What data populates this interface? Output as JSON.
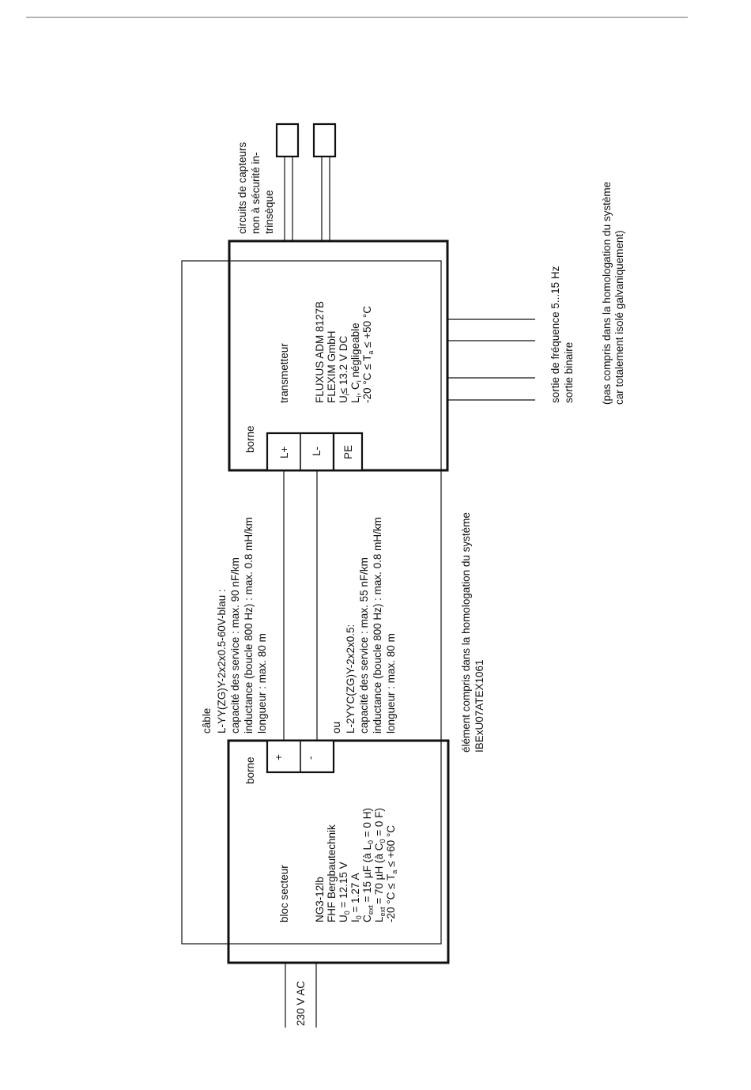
{
  "transmitter": {
    "heading": "transmetteur",
    "model": "FLUXUS ADM 8127B",
    "maker": "FLEXIM GmbH",
    "ui_main": "U",
    "ui_sub": "i",
    "ui_rest": "≤ 13.2 V DC",
    "lc_a": "L",
    "lc_a_sub": "i",
    "lc_b": ", C",
    "lc_b_sub": "i",
    "lc_rest": " négligeable",
    "temp_a": "-20 °C ≤ T",
    "temp_sub": "a",
    "temp_b": " ≤ +50 °C",
    "terminal_label": "borne",
    "terminals": [
      "L+",
      "L-",
      "PE"
    ]
  },
  "power_supply": {
    "heading": "bloc secteur",
    "model": "NG3-12lb",
    "maker": "FHF Bergbautechnik",
    "u0_a": "U",
    "u0_sub": "0",
    "u0_b": " = 12.15 V",
    "i0_a": "I",
    "i0_sub": "0",
    "i0_b": " = 1.27 A",
    "cext_a": "C",
    "cext_sub": "ext",
    "cext_b": " = 15 µF (à L",
    "cext_sub2": "0",
    "cext_c": " = 0 H)",
    "lext_a": "L",
    "lext_sub": "ext",
    "lext_b": " = 70 µH (à C",
    "lext_sub2": "0",
    "lext_c": " = 0 F)",
    "temp_a": "-20 °C ≤ T",
    "temp_sub": "a",
    "temp_b": " ≤ +60 °C",
    "terminal_label": "borne",
    "terminals": [
      "+",
      "-"
    ]
  },
  "cable": {
    "heading": "câble",
    "option1": "L-YY(ZG)Y-2x2x0.5-60V-blau :",
    "option1_lines": [
      "capacité des service : max. 90 nF/km",
      "inductance (boucle 800 Hz) : max. 0.8 mH/km",
      "longueur : max. 80 m"
    ],
    "or_label": "ou",
    "option2": "L-2YYC(ZG)Y-2x2x0.5:",
    "option2_lines": [
      "capacité des service : max. 55 nF/km",
      "inductance (boucle 800 Hz) : max. 0.8 mH/km",
      "longueur : max. 80 m"
    ]
  },
  "sensors": {
    "lines": [
      "circuits de capteurs",
      "non  à  sécurité  in-",
      "trinsèque"
    ]
  },
  "outputs": {
    "frequency": "sortie de fréquence 5...15 Hz",
    "binary": "sortie binaire",
    "note_lines": [
      "(pas compris dans la homologation du système",
      "car totalement isolé galvaniquement)"
    ]
  },
  "certification": {
    "lines": [
      "élément compris dans la homologation du système",
      "IBExU07ATEX1061"
    ]
  },
  "mains": {
    "label": "230 V AC"
  }
}
